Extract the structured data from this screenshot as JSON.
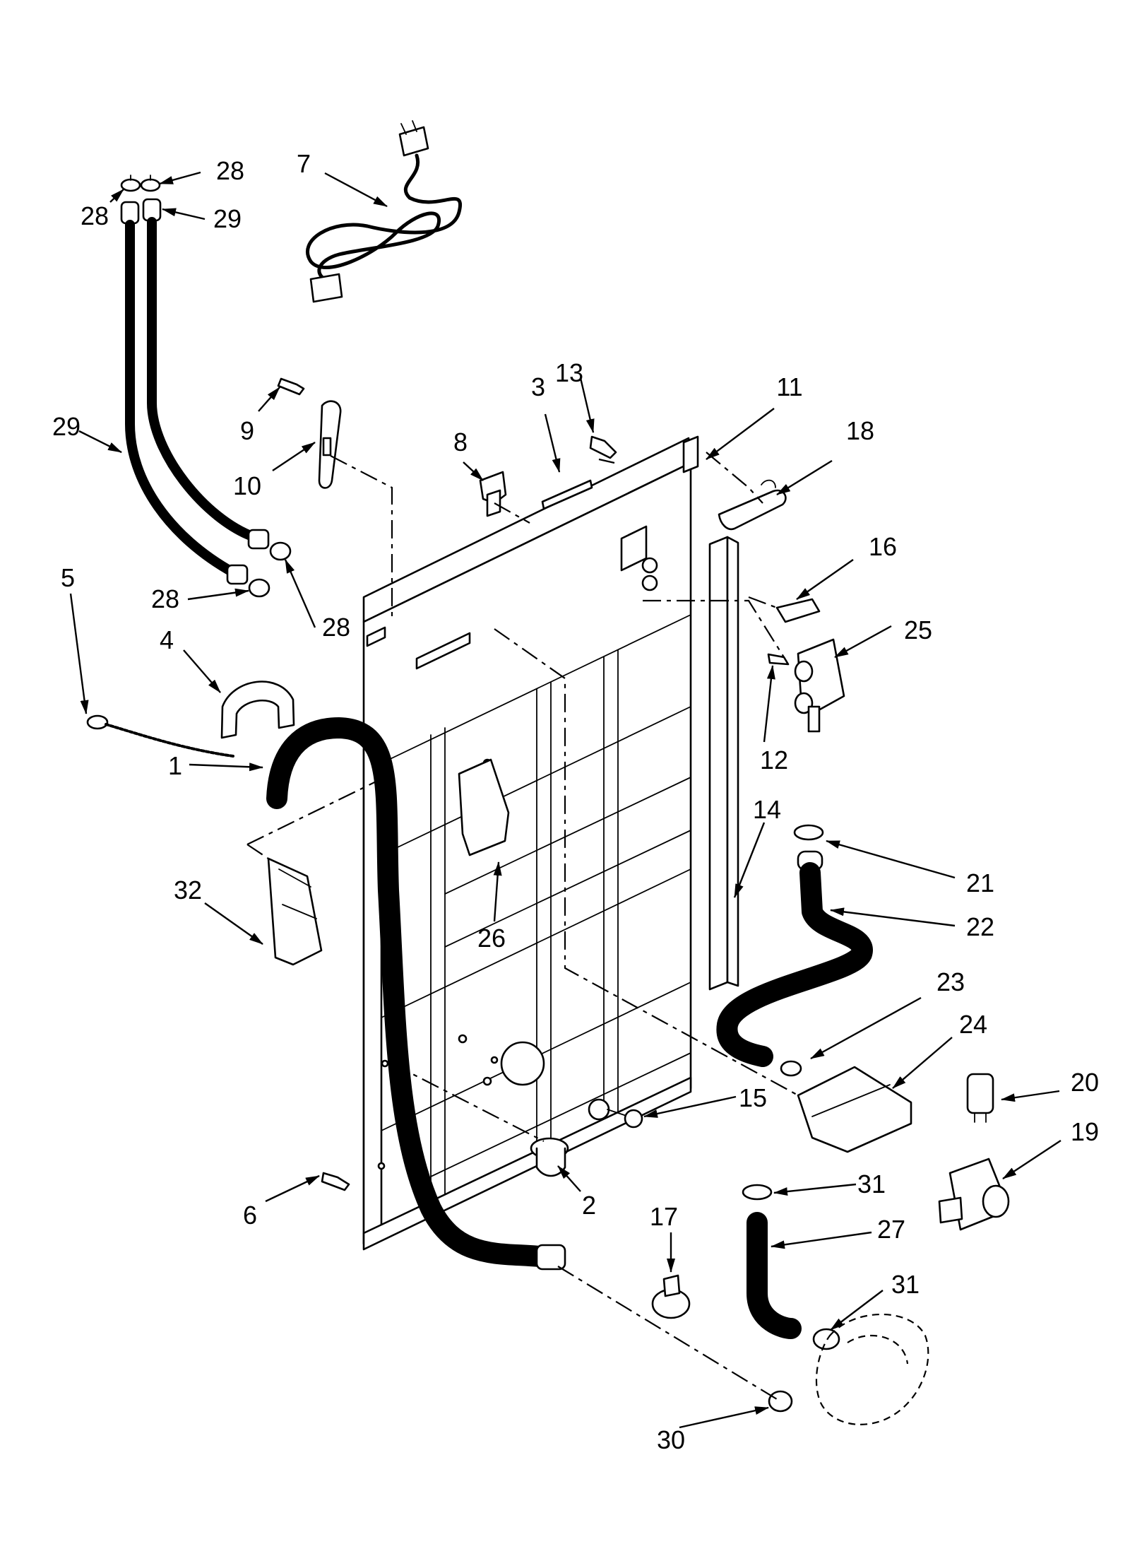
{
  "diagram": {
    "callouts": [
      {
        "key": "c1",
        "text": "1"
      },
      {
        "key": "c2",
        "text": "2"
      },
      {
        "key": "c3",
        "text": "3"
      },
      {
        "key": "c4",
        "text": "4"
      },
      {
        "key": "c5",
        "text": "5"
      },
      {
        "key": "c6",
        "text": "6"
      },
      {
        "key": "c7",
        "text": "7"
      },
      {
        "key": "c8",
        "text": "8"
      },
      {
        "key": "c9",
        "text": "9"
      },
      {
        "key": "c10",
        "text": "10"
      },
      {
        "key": "c11",
        "text": "11"
      },
      {
        "key": "c12",
        "text": "12"
      },
      {
        "key": "c13",
        "text": "13"
      },
      {
        "key": "c14",
        "text": "14"
      },
      {
        "key": "c15",
        "text": "15"
      },
      {
        "key": "c16",
        "text": "16"
      },
      {
        "key": "c17",
        "text": "17"
      },
      {
        "key": "c18",
        "text": "18"
      },
      {
        "key": "c19",
        "text": "19"
      },
      {
        "key": "c20",
        "text": "20"
      },
      {
        "key": "c21",
        "text": "21"
      },
      {
        "key": "c22",
        "text": "22"
      },
      {
        "key": "c23",
        "text": "23"
      },
      {
        "key": "c24",
        "text": "24"
      },
      {
        "key": "c25",
        "text": "25"
      },
      {
        "key": "c26",
        "text": "26"
      },
      {
        "key": "c27",
        "text": "27"
      },
      {
        "key": "c28a",
        "text": "28"
      },
      {
        "key": "c28b",
        "text": "28"
      },
      {
        "key": "c28c",
        "text": "28"
      },
      {
        "key": "c28d",
        "text": "28"
      },
      {
        "key": "c29a",
        "text": "29"
      },
      {
        "key": "c29b",
        "text": "29"
      },
      {
        "key": "c30",
        "text": "30"
      },
      {
        "key": "c31a",
        "text": "31"
      },
      {
        "key": "c31b",
        "text": "31"
      },
      {
        "key": "c32",
        "text": "32"
      }
    ]
  }
}
